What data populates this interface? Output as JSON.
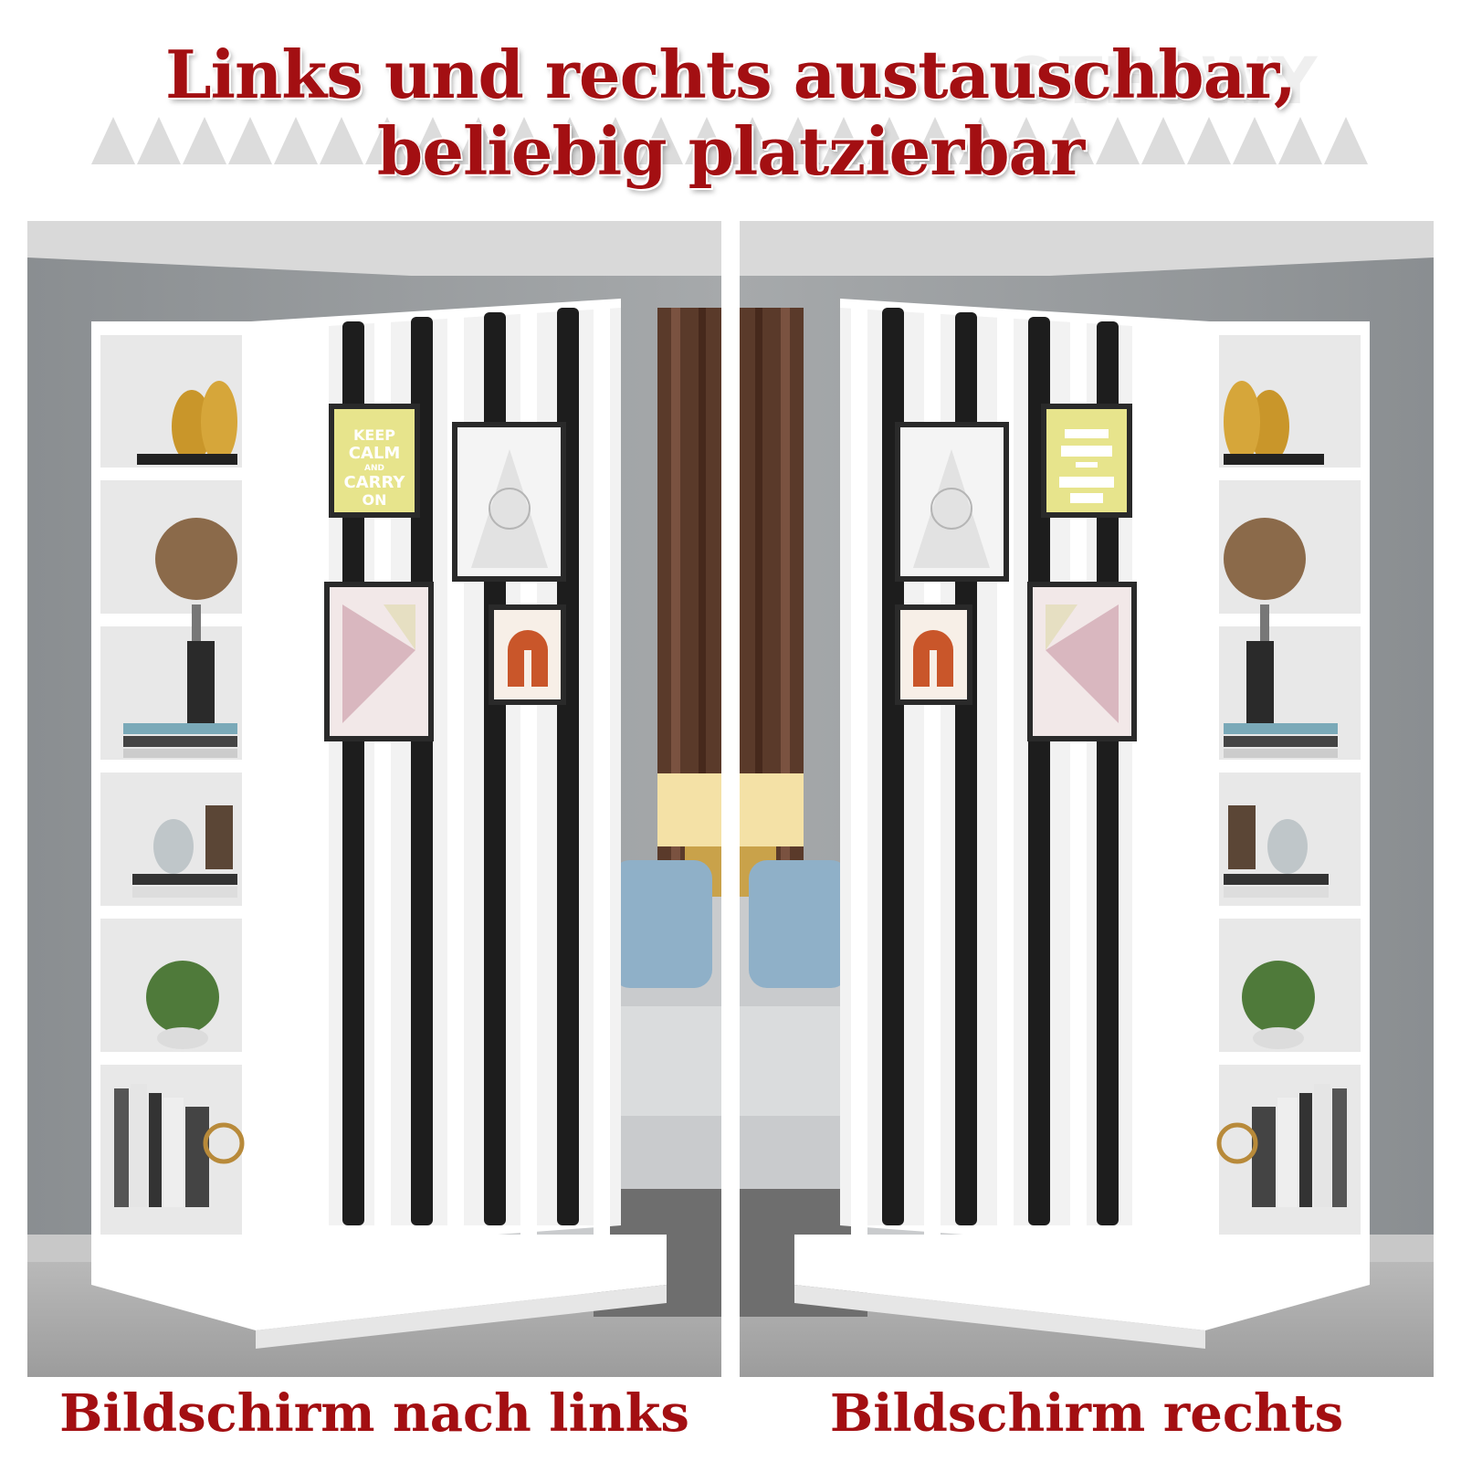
{
  "headline": {
    "line1": "Links und rechts austauschbar,",
    "line2": "beliebig platzierbar"
  },
  "watermark": "OTFOWY",
  "captions": {
    "left": "Bildschirm nach links",
    "right": "Bildschirm rechts"
  },
  "poster": {
    "line1": "KEEP",
    "line2": "CALM",
    "line3": "AND",
    "line4": "CARRY",
    "line5": "ON"
  },
  "colors": {
    "accent": "#a30f12",
    "wall": "#8d9194",
    "furniture": "#ffffff",
    "slats": "#1d1d1d",
    "curtain": "#5a3a2a"
  }
}
